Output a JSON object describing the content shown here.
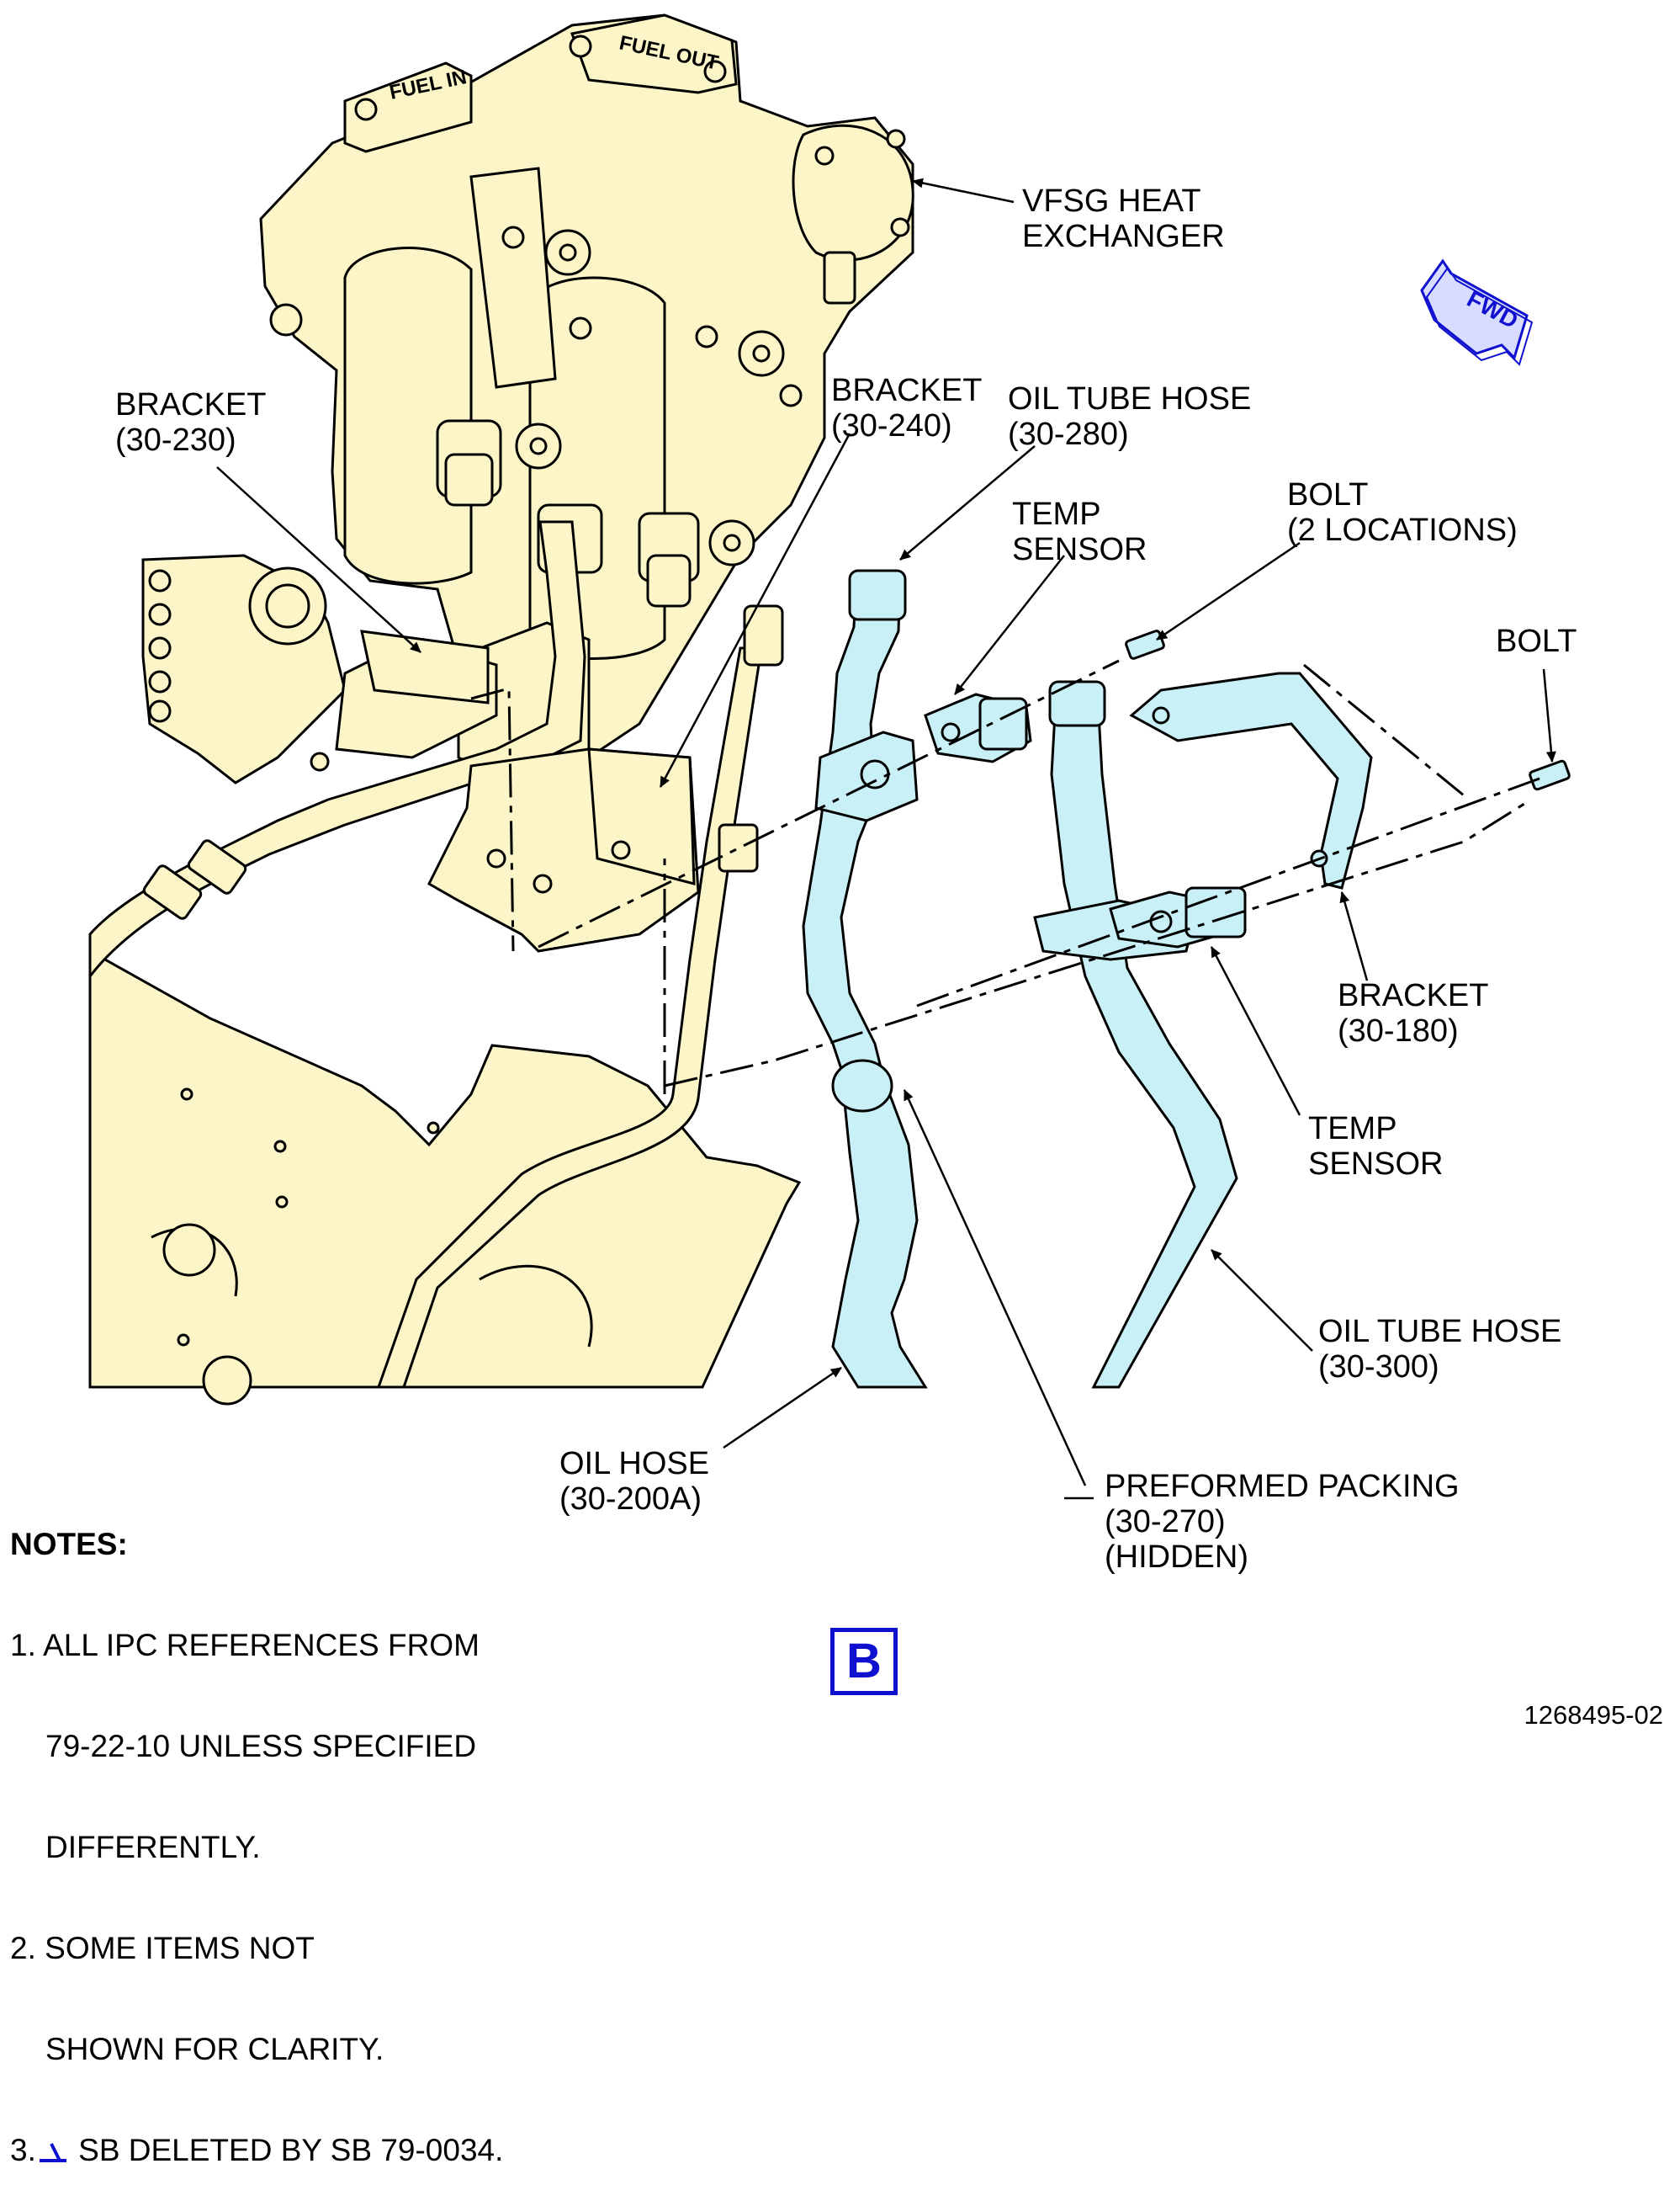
{
  "labels": {
    "vfsg_heat_exchanger": "VFSG HEAT\nEXCHANGER",
    "bracket_230": "BRACKET\n(30-230)",
    "bracket_240": "BRACKET\n(30-240)",
    "oil_tube_hose_280": "OIL TUBE HOSE\n(30-280)",
    "temp_sensor_upper": "TEMP\nSENSOR",
    "bolt_2_locations": "BOLT\n(2 LOCATIONS)",
    "bolt": "BOLT",
    "bracket_180": "BRACKET\n(30-180)",
    "temp_sensor_lower": "TEMP\nSENSOR",
    "oil_tube_hose_300": "OIL TUBE HOSE\n(30-300)",
    "oil_hose_200a": "OIL HOSE\n(30-200A)",
    "preformed_packing": "PREFORMED PACKING\n(30-270)\n(HIDDEN)",
    "fuel_in": "FUEL IN",
    "fuel_out": "FUEL OUT",
    "fwd": "FWD"
  },
  "notes": {
    "title": "NOTES:",
    "items": [
      {
        "num": "1.",
        "lines": [
          "ALL IPC REFERENCES FROM",
          "79-22-10 UNLESS SPECIFIED",
          "DIFFERENTLY."
        ]
      },
      {
        "num": "2.",
        "lines": [
          "SOME ITEMS NOT",
          "SHOWN FOR CLARITY."
        ]
      },
      {
        "num": "3.",
        "lines": [
          "SB DELETED BY SB 79-0034."
        ]
      }
    ]
  },
  "view_label": "B",
  "figure_number": "1268495-02",
  "colors": {
    "component_fill": "#fbf5c8",
    "hose_fill": "#c9f0f6",
    "line": "#000000",
    "accent_blue": "#1010d0",
    "fwd_fill": "#d8ddff"
  }
}
